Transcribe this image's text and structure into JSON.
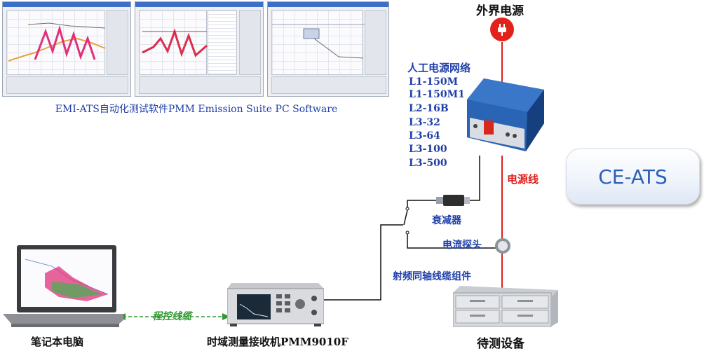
{
  "software": {
    "caption": "EMI-ATS自动化测试软件PMM Emission Suite PC Software"
  },
  "labels": {
    "external_power": "外界电源",
    "lisn_title": "人工电源网络",
    "lisn_models": [
      "L1-150M",
      "L1-150M1",
      "L2-16B",
      "L3-32",
      "L3-64",
      "L3-100",
      "L3-500"
    ],
    "power_cable": "电源线",
    "attenuator": "衰减器",
    "current_probe": "电流探头",
    "rf_cable": "射频同轴线缆组件",
    "control_cable": "程控线缆",
    "laptop": "笔记本电脑",
    "receiver": "时域测量接收机PMM9010F",
    "eut": "待测设备",
    "ce_ats": "CE-ATS"
  },
  "colors": {
    "label_blue": "#1f3ea8",
    "power_red": "#e0201c",
    "control_green": "#2e9a2e",
    "ce_ats_text": "#2b5fb8"
  }
}
